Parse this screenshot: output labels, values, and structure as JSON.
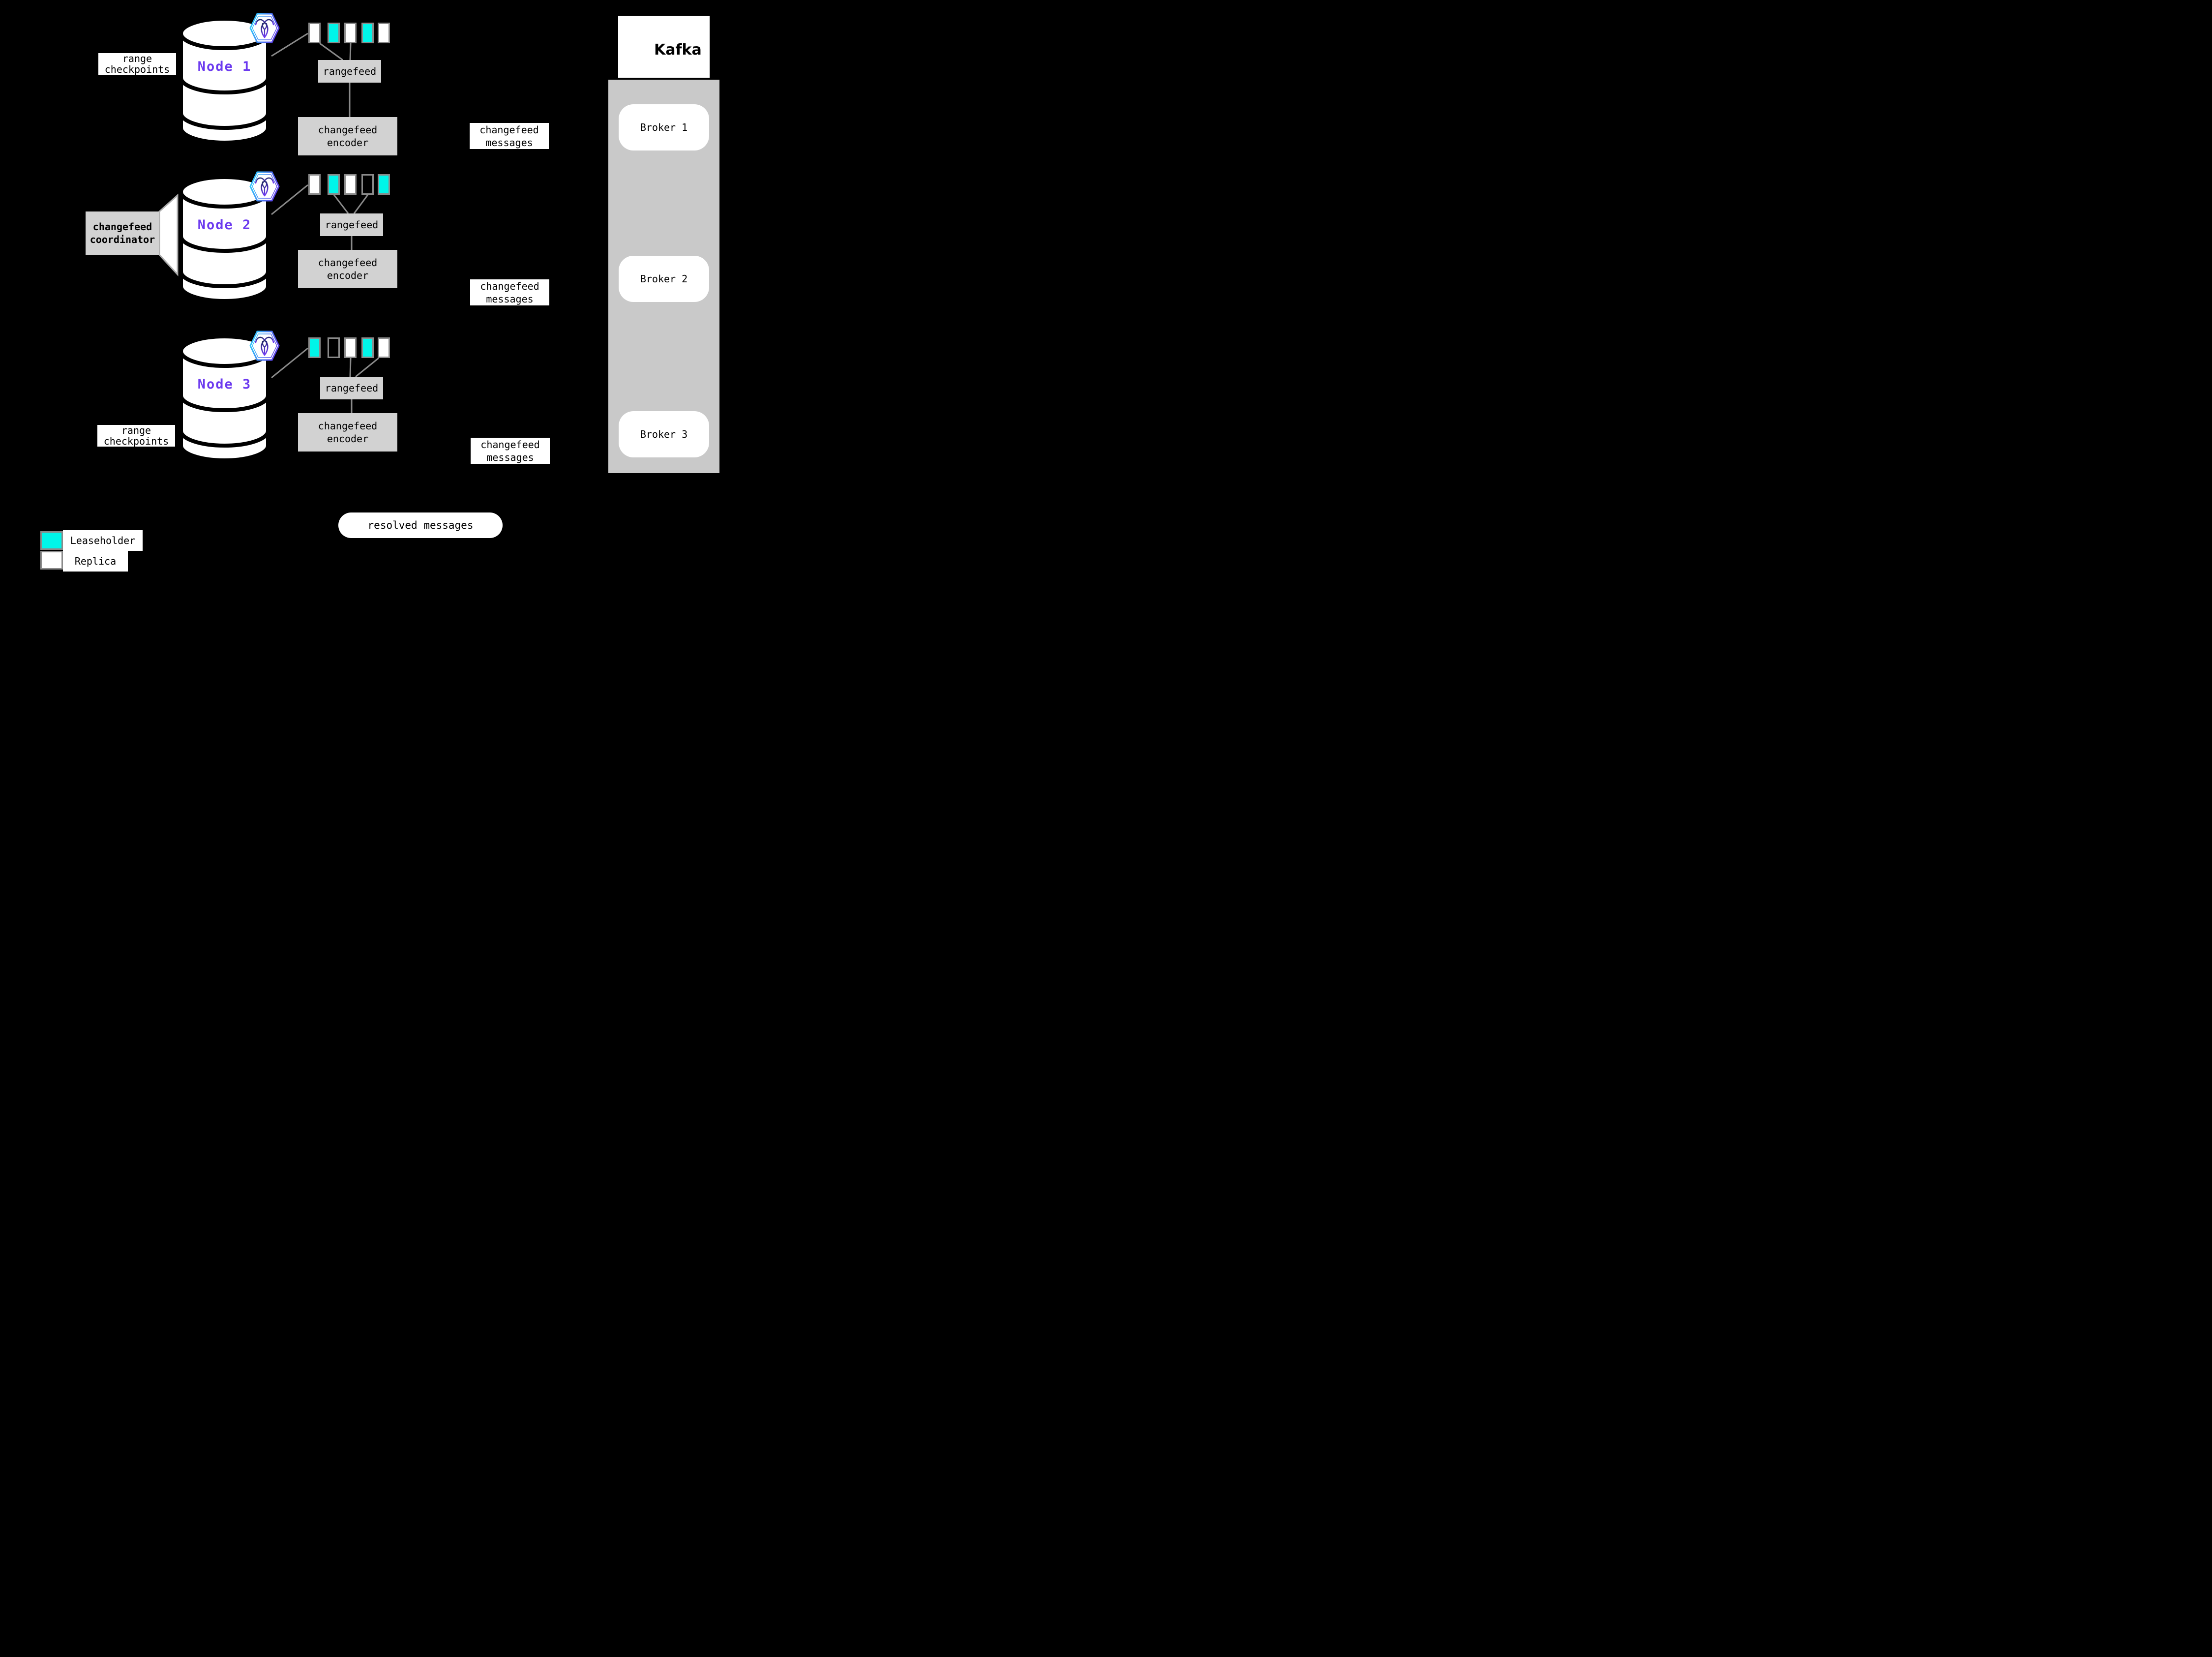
{
  "colors": {
    "bg": "#000000",
    "leaseholder": "#00F5E9",
    "replica": "#FFFFFF",
    "empty": "transparent",
    "node_label": "#6C3AEF",
    "box_gray": "#D2D2D2",
    "container_gray": "#C9C9C9",
    "line_gray": "#8A8A8A",
    "square_border": "#8A8A8A"
  },
  "nodes": [
    {
      "label": "Node 1",
      "rangefeed_label": "rangefeed",
      "encoder": {
        "line1": "changefeed",
        "line2": "encoder"
      },
      "ranges": [
        "replica",
        "leaseholder",
        "replica",
        "leaseholder",
        "replica"
      ]
    },
    {
      "label": "Node 2",
      "rangefeed_label": "rangefeed",
      "encoder": {
        "line1": "changefeed",
        "line2": "encoder"
      },
      "ranges": [
        "replica",
        "leaseholder",
        "replica",
        "empty",
        "leaseholder"
      ]
    },
    {
      "label": "Node 3",
      "rangefeed_label": "rangefeed",
      "encoder": {
        "line1": "changefeed",
        "line2": "encoder"
      },
      "ranges": [
        "leaseholder",
        "empty",
        "replica",
        "leaseholder",
        "replica"
      ]
    }
  ],
  "annotations": {
    "range_checkpoints_top": {
      "line1": "range",
      "line2": "checkpoints"
    },
    "range_checkpoints_bottom": {
      "line1": "range",
      "line2": "checkpoints"
    },
    "coordinator": {
      "line1": "changefeed",
      "line2": "coordinator"
    },
    "resolved_messages": "resolved messages"
  },
  "messages": [
    {
      "line1": "changefeed",
      "line2": "messages"
    },
    {
      "line1": "changefeed",
      "line2": "messages"
    },
    {
      "line1": "changefeed",
      "line2": "messages"
    }
  ],
  "kafka": {
    "brand": "Kafka",
    "brokers": [
      "Broker 1",
      "Broker 2",
      "Broker 3"
    ]
  },
  "legend": {
    "items": [
      {
        "label": "Leaseholder",
        "key": "leaseholder"
      },
      {
        "label": "Replica",
        "key": "replica"
      }
    ]
  }
}
